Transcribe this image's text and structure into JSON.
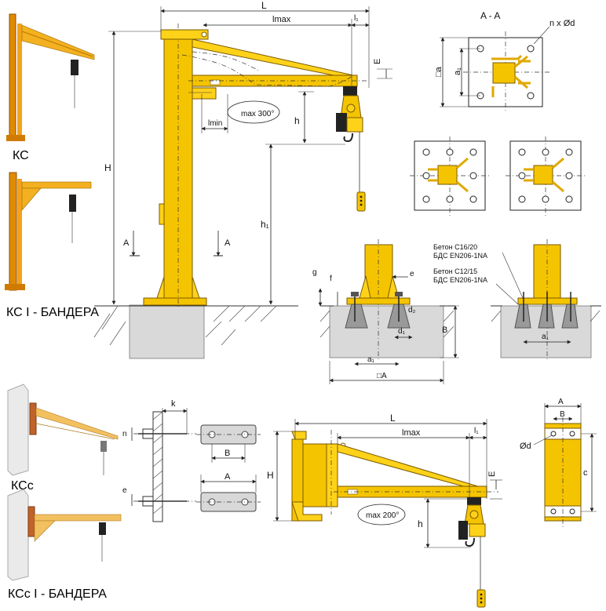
{
  "models": {
    "ks": "КС",
    "ks_bandera": "КС I - БАНДЕРА",
    "ksc": "КСс",
    "ksc_bandera": "КСс I - БАНДЕРА"
  },
  "dims_column": {
    "L": "L",
    "lmax": "lmax",
    "l1": "l₁",
    "lmin": "lmin",
    "E": "E",
    "h": "h",
    "h1": "h₁",
    "H": "H",
    "rotation": "max 300°",
    "section_a1": "A",
    "section_a2": "A"
  },
  "section_view": {
    "title": "A - A",
    "holes": "n x Ød",
    "a": "□a",
    "a1": "a₁"
  },
  "foundation": {
    "g": "g",
    "f": "f",
    "e": "e",
    "d2": "d₂",
    "d1": "d₁",
    "a1": "a₁",
    "A": "□A",
    "B": "B",
    "a1_right": "a₁",
    "concrete1_line1": "Бетон C16/20",
    "concrete1_line2": "БДС EN206-1NA",
    "concrete2_line1": "Бетон C12/15",
    "concrete2_line2": "БДС EN206-1NA"
  },
  "wall_mount": {
    "k": "k",
    "n": "n",
    "e": "e",
    "B": "B",
    "A": "A"
  },
  "dims_wall": {
    "L": "L",
    "lmax": "lmax",
    "l1": "l₁",
    "H": "H",
    "E": "E",
    "h": "h",
    "rotation": "max 200°"
  },
  "plate": {
    "A": "A",
    "B": "B",
    "d": "Ød",
    "c": "c"
  },
  "colors": {
    "steel": "#f5c400",
    "concrete": "#d9d9d9"
  }
}
